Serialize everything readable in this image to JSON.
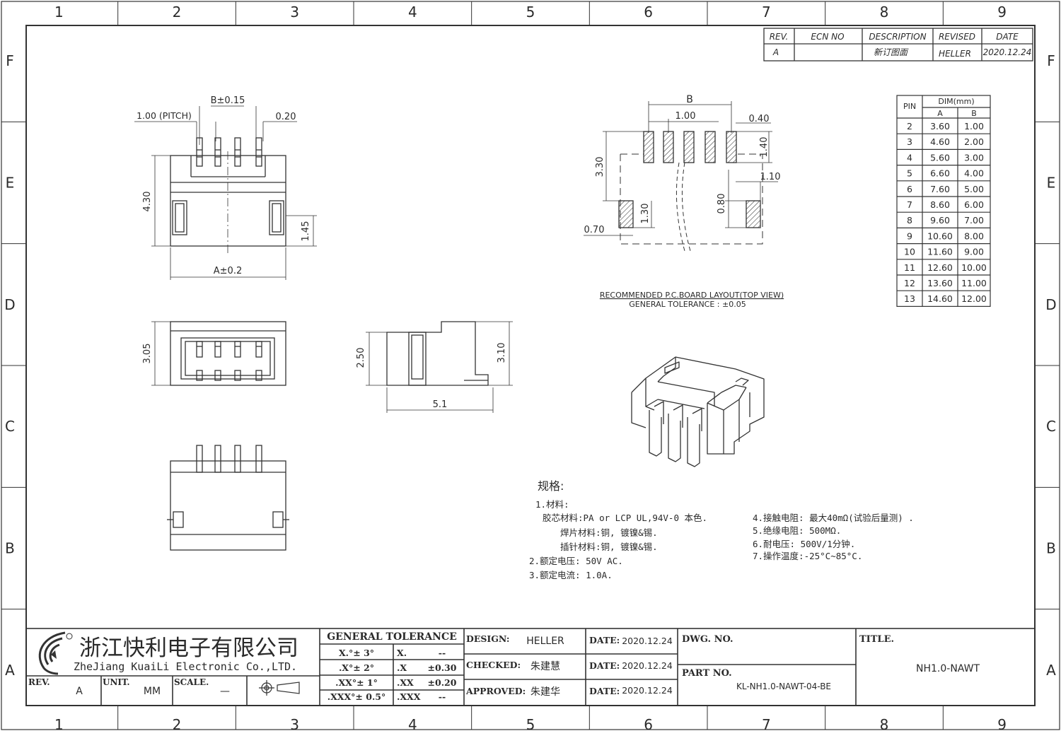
{
  "border": {
    "columns": [
      "1",
      "2",
      "3",
      "4",
      "5",
      "6",
      "7",
      "8",
      "9"
    ],
    "rows": [
      "F",
      "E",
      "D",
      "C",
      "B",
      "A"
    ]
  },
  "revision_table": {
    "headers": [
      "REV.",
      "ECN NO",
      "DESCRIPTION",
      "REVISED",
      "DATE"
    ],
    "row": [
      "A",
      "",
      "新订图面",
      "HELLER",
      "2020.12.24"
    ]
  },
  "top_view": {
    "pitch": "1.00 (PITCH)",
    "b_tol": "B±0.15",
    "pin_w": "0.20",
    "height": "4.30",
    "small": "1.45",
    "a_tol": "A±0.2"
  },
  "front_view": {
    "height": "3.05"
  },
  "side_view": {
    "h1": "2.50",
    "h2": "3.10",
    "w": "5.1"
  },
  "pcb_layout": {
    "b": "B",
    "pitch": "1.00",
    "pad_w": "0.40",
    "pad_h": "1.40",
    "h330": "3.30",
    "d110": "1.10",
    "d130": "1.30",
    "d080": "0.80",
    "d070": "0.70",
    "title": "RECOMMENDED P.C.BOARD LAYOUT(TOP VIEW)",
    "tolerance": "GENERAL TOLERANCE : ±0.05"
  },
  "dim_table": {
    "pin_header": "PIN",
    "dim_header": "DIM(mm)",
    "col_a": "A",
    "col_b": "B",
    "rows": [
      [
        "2",
        "3.60",
        "1.00"
      ],
      [
        "3",
        "4.60",
        "2.00"
      ],
      [
        "4",
        "5.60",
        "3.00"
      ],
      [
        "5",
        "6.60",
        "4.00"
      ],
      [
        "6",
        "7.60",
        "5.00"
      ],
      [
        "7",
        "8.60",
        "6.00"
      ],
      [
        "8",
        "9.60",
        "7.00"
      ],
      [
        "9",
        "10.60",
        "8.00"
      ],
      [
        "10",
        "11.60",
        "9.00"
      ],
      [
        "11",
        "12.60",
        "10.00"
      ],
      [
        "12",
        "13.60",
        "11.00"
      ],
      [
        "13",
        "14.60",
        "12.00"
      ]
    ]
  },
  "specs": {
    "title": "规格:",
    "left": [
      "1.材料:",
      "胶芯材料:PA or LCP UL,94V-0 本色.",
      "焊片材料:铜, 镀镍&锡.",
      "插针材料:铜, 镀镍&锡.",
      "2.额定电压: 50V AC.",
      "3.额定电流: 1.0A."
    ],
    "right": [
      "4.接触电阻: 最大40mΩ(试验后量测) .",
      "5.绝缘电阻: 500MΩ.",
      "6.耐电压: 500V/1分钟.",
      "7.操作温度:-25°C~85°C."
    ]
  },
  "title_block": {
    "company_cn": "浙江快利电子有限公司",
    "company_en": "ZheJiang KuaiLi Electronic Co.,LTD.",
    "rev_label": "REV.",
    "rev": "A",
    "unit_label": "UNIT.",
    "unit": "MM",
    "scale_label": "SCALE.",
    "scale": "—",
    "tolerance_title": "GENERAL TOLERANCE",
    "tol": [
      [
        "X.°± 3°",
        "X.",
        "--"
      ],
      [
        ".X°± 2°",
        ".X",
        "±0.30"
      ],
      [
        ".XX°± 1°",
        ".XX",
        "±0.20"
      ],
      [
        ".XXX°± 0.5°",
        ".XXX",
        "--"
      ]
    ],
    "design_label": "DESIGN:",
    "design": "HELLER",
    "checked_label": "CHECKED:",
    "checked": "朱建慧",
    "approved_label": "APPROVED:",
    "approved": "朱建华",
    "date_label": "DATE:",
    "date1": "2020.12.24",
    "date2": "2020.12.24",
    "date3": "2020.12.24",
    "dwg_label": "DWG. NO.",
    "part_label": "PART NO.",
    "part": "KL-NH1.0-NAWT-04-BE",
    "title_label": "TITLE.",
    "title": "NH1.0-NAWT"
  },
  "colors": {
    "line": "#333333",
    "hatch": "#555555",
    "paper": "#ffffff"
  }
}
